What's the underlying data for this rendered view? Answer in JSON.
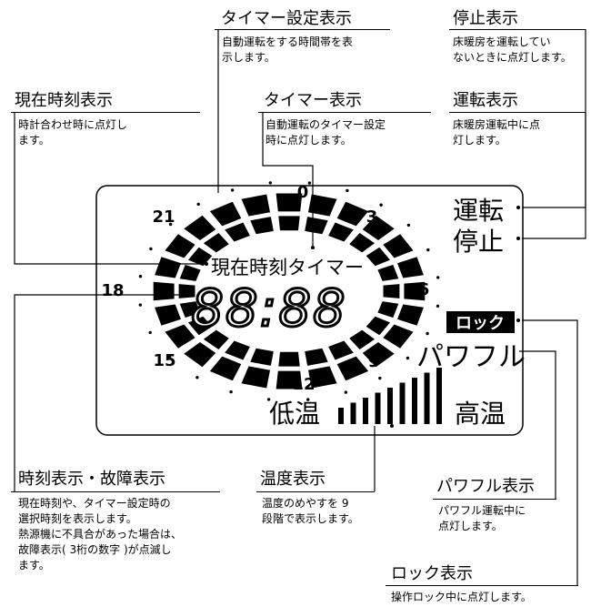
{
  "callouts": {
    "timer_setting": {
      "title": "タイマー設定表示",
      "desc": "自動運転をする時間帯を表\n示します。"
    },
    "stop": {
      "title": "停止表示",
      "desc": "床暖房を運転してい\nないときに点灯します。"
    },
    "current_time": {
      "title": "現在時刻表示",
      "desc": "時計合わせ時に点灯し\nます。"
    },
    "timer": {
      "title": "タイマー表示",
      "desc": "自動運転のタイマー設定\n時に点灯します。"
    },
    "running": {
      "title": "運転表示",
      "desc": "床暖房運転中に点\n灯します。"
    },
    "time_error": {
      "title": "時刻表示・故障表示",
      "desc": "現在時刻や、タイマー設定時の\n選択時刻を表示します。\n熱源機に不具合があった場合は、\n故障表示( 3桁の数字 )が点滅し\nます。"
    },
    "temperature": {
      "title": "温度表示",
      "desc": "温度のめやすを 9\n段階で表示します。"
    },
    "powerful": {
      "title": "パワフル表示",
      "desc": "パワフル運転中に\n点灯します。"
    },
    "lock": {
      "title": "ロック表示",
      "desc": "操作ロック中に点灯します。"
    }
  },
  "display": {
    "dial_numbers": {
      "n0": "0",
      "n3": "3",
      "n6": "6",
      "n9": "9",
      "n12": "12",
      "n15": "15",
      "n18": "18",
      "n21": "21"
    },
    "current_time_label": "現在時刻",
    "timer_label": "タイマー",
    "clock_digits": "88:88",
    "running_label": "運転",
    "stop_label": "停止",
    "lock_label": "ロック",
    "powerful_label": "パワフル",
    "low_temp_label": "低温",
    "high_temp_label": "高温",
    "temperature_levels": 9
  }
}
